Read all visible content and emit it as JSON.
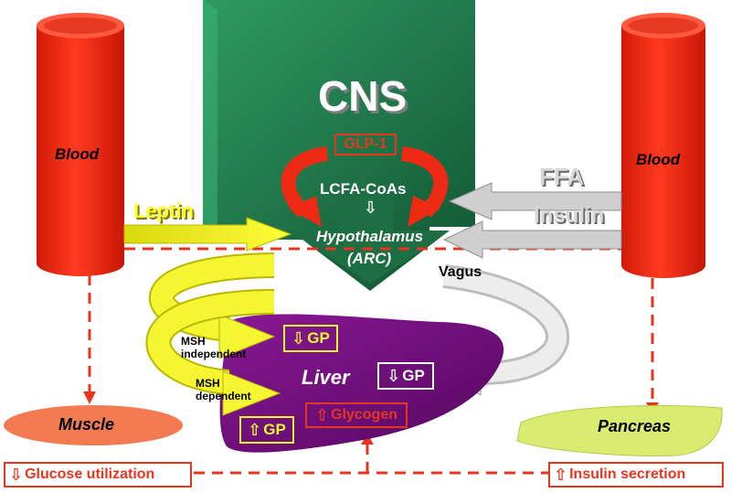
{
  "cns": {
    "label": "CNS",
    "glp1": "GLP-1",
    "lcfa": "LCFA-CoAs",
    "hypothalamus": "Hypothalamus",
    "arc": "(ARC)"
  },
  "blood": {
    "left": "Blood",
    "right": "Blood"
  },
  "inputs": {
    "leptin": "Leptin",
    "ffa": "FFA",
    "insulin": "Insulin",
    "vagus": "Vagus"
  },
  "msh": {
    "independent_1": "MSH",
    "independent_2": "independent",
    "dependent_1": "MSH",
    "dependent_2": "dependent"
  },
  "liver": {
    "label": "Liver",
    "gp": "GP",
    "glycogen": "Glycogen"
  },
  "muscle": "Muscle",
  "pancreas": "Pancreas",
  "outputs": {
    "glucose_utilization": "Glucose utilization",
    "insulin_secretion": "Insulin secretion"
  },
  "colors": {
    "cns_green": "#1f7a4a",
    "blood_red": "#e8230e",
    "leptin_yellow": "#f2f21a",
    "gray_arrow": "#c8c8c8",
    "liver_purple": "#6e0a7a",
    "muscle_orange": "#f27b52",
    "pancreas_green": "#d9ec70",
    "dashed_red": "#e8361e"
  },
  "icons": [
    "up-arrow-icon",
    "down-arrow-icon"
  ]
}
